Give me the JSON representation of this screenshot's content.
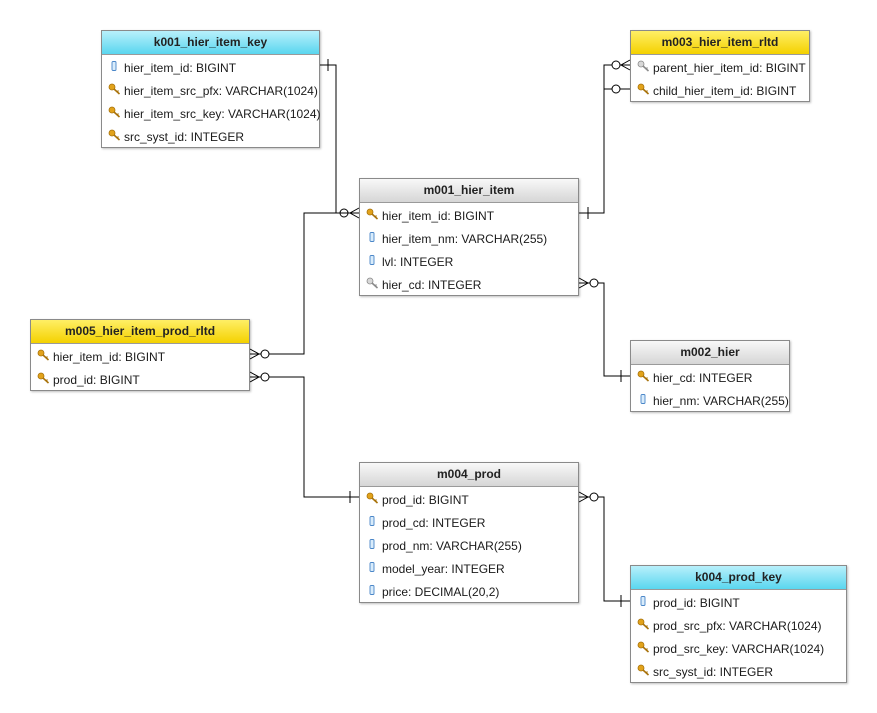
{
  "tables": {
    "k001": {
      "name": "k001_hier_item_key",
      "style": "cyan",
      "columns": [
        {
          "text": "hier_item_id: BIGINT",
          "icon": "column-icon"
        },
        {
          "text": "hier_item_src_pfx: VARCHAR(1024)",
          "icon": "key-icon"
        },
        {
          "text": "hier_item_src_key: VARCHAR(1024)",
          "icon": "key-icon"
        },
        {
          "text": "src_syst_id: INTEGER",
          "icon": "key-icon"
        }
      ]
    },
    "m003": {
      "name": "m003_hier_item_rltd",
      "style": "yellow",
      "columns": [
        {
          "text": "parent_hier_item_id: BIGINT",
          "icon": "foreign-key-icon"
        },
        {
          "text": "child_hier_item_id: BIGINT",
          "icon": "key-icon"
        }
      ]
    },
    "m001": {
      "name": "m001_hier_item",
      "style": "gray",
      "columns": [
        {
          "text": "hier_item_id: BIGINT",
          "icon": "key-icon"
        },
        {
          "text": "hier_item_nm: VARCHAR(255)",
          "icon": "column-icon"
        },
        {
          "text": "lvl: INTEGER",
          "icon": "column-icon"
        },
        {
          "text": "hier_cd: INTEGER",
          "icon": "foreign-key-icon"
        }
      ]
    },
    "m005": {
      "name": "m005_hier_item_prod_rltd",
      "style": "yellow",
      "columns": [
        {
          "text": "hier_item_id: BIGINT",
          "icon": "key-icon"
        },
        {
          "text": "prod_id: BIGINT",
          "icon": "key-icon"
        }
      ]
    },
    "m002": {
      "name": "m002_hier",
      "style": "gray",
      "columns": [
        {
          "text": "hier_cd: INTEGER",
          "icon": "key-icon"
        },
        {
          "text": "hier_nm: VARCHAR(255)",
          "icon": "column-icon"
        }
      ]
    },
    "m004": {
      "name": "m004_prod",
      "style": "gray",
      "columns": [
        {
          "text": "prod_id: BIGINT",
          "icon": "key-icon"
        },
        {
          "text": "prod_cd: INTEGER",
          "icon": "column-icon"
        },
        {
          "text": "prod_nm: VARCHAR(255)",
          "icon": "column-icon"
        },
        {
          "text": "model_year: INTEGER",
          "icon": "column-icon"
        },
        {
          "text": "price: DECIMAL(20,2)",
          "icon": "column-icon"
        }
      ]
    },
    "k004": {
      "name": "k004_prod_key",
      "style": "cyan",
      "columns": [
        {
          "text": "prod_id: BIGINT",
          "icon": "column-icon"
        },
        {
          "text": "prod_src_pfx: VARCHAR(1024)",
          "icon": "key-icon"
        },
        {
          "text": "prod_src_key: VARCHAR(1024)",
          "icon": "key-icon"
        },
        {
          "text": "src_syst_id: INTEGER",
          "icon": "key-icon"
        }
      ]
    }
  },
  "relationships": [
    {
      "from": "k001",
      "to": "m001",
      "from_end": "one",
      "to_end": "zero-or-many"
    },
    {
      "from": "m001",
      "to": "m003",
      "from_end": "one",
      "to_end": "zero-or-many"
    },
    {
      "from": "m001",
      "to": "m003",
      "from_end": "one",
      "to_end": "zero-or-many"
    },
    {
      "from": "m001",
      "to": "m002",
      "from_end": "zero-or-many",
      "to_end": "one"
    },
    {
      "from": "m001",
      "to": "m005",
      "from_end": "one",
      "to_end": "zero-or-many"
    },
    {
      "from": "m005",
      "to": "m004",
      "from_end": "zero-or-many",
      "to_end": "one"
    },
    {
      "from": "m004",
      "to": "k004",
      "from_end": "zero-or-many",
      "to_end": "one"
    }
  ],
  "colors": {
    "cyan_header": "#5ad6ef",
    "yellow_header": "#f4d100",
    "gray_header": "#d6d6d6",
    "key_icon": "#e2a31b",
    "foreign_key_icon": "#9a9a9a",
    "column_icon": "#4a86c8",
    "line": "#000000"
  }
}
